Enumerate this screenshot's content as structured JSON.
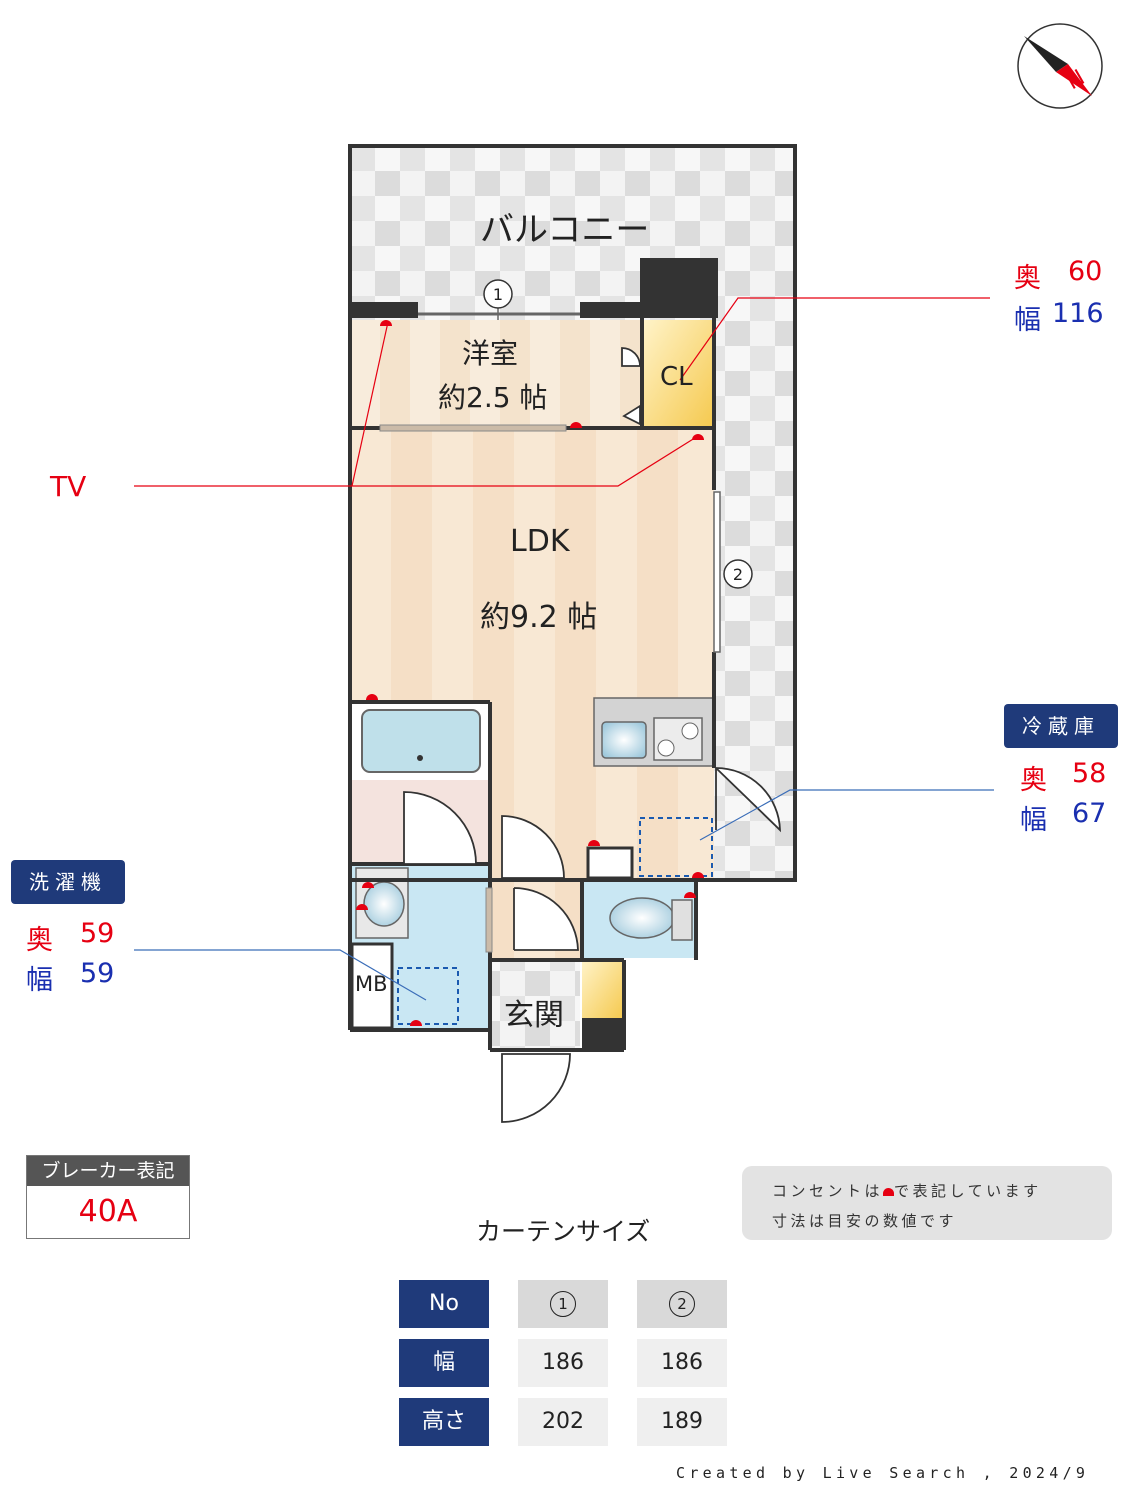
{
  "rooms": {
    "balcony": "バルコニー",
    "western_name": "洋室",
    "western_size": "約2.5 帖",
    "closet": "CL",
    "ldk_name": "LDK",
    "ldk_size": "約9.2 帖",
    "mb": "MB",
    "entrance": "玄関"
  },
  "window_marks": {
    "w1": "1",
    "w2": "2"
  },
  "annotations": {
    "tv": "TV",
    "cl_depth_label": "奥",
    "cl_depth": "60",
    "cl_width_label": "幅",
    "cl_width": "116",
    "fridge_title": "冷蔵庫",
    "fridge_depth_label": "奥",
    "fridge_depth": "58",
    "fridge_width_label": "幅",
    "fridge_width": "67",
    "washer_title": "洗濯機",
    "washer_depth_label": "奥",
    "washer_depth": "59",
    "washer_width_label": "幅",
    "washer_width": "59"
  },
  "breaker": {
    "title": "ブレーカー表記",
    "value": "40A"
  },
  "note": {
    "line1_before": "コンセントは",
    "line1_after": "で表記しています",
    "line2": "寸法は目安の数値です"
  },
  "curtain": {
    "title": "カーテンサイズ",
    "head_label": "No",
    "col1": "1",
    "col2": "2",
    "width_label": "幅",
    "width1": "186",
    "width2": "186",
    "height_label": "高さ",
    "height1": "202",
    "height2": "189"
  },
  "compass": {
    "north": "N"
  },
  "credit": "Created by Live Search , 2024/9",
  "colors": {
    "accent_red": "#e60012",
    "navy": "#1f3a7a",
    "blue_text": "#1a2fb0"
  }
}
